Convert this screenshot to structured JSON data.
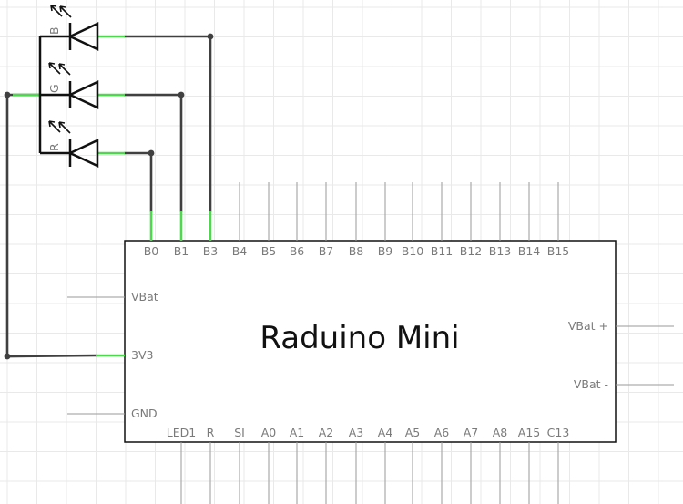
{
  "board": {
    "title": "Raduino Mini",
    "top_pins": [
      "B0",
      "B1",
      "B3",
      "B4",
      "B5",
      "B6",
      "B7",
      "B8",
      "B9",
      "B10",
      "B11",
      "B12",
      "B13",
      "B14",
      "B15"
    ],
    "bottom_pins": [
      "LED1",
      "R",
      "SI",
      "A0",
      "A1",
      "A2",
      "A3",
      "A4",
      "A5",
      "A6",
      "A7",
      "A8",
      "A15",
      "C13"
    ],
    "left_pins": [
      "VBat",
      "3V3",
      "GND"
    ],
    "right_pins": [
      "VBat +",
      "VBat -"
    ]
  },
  "leds": [
    {
      "label": "B"
    },
    {
      "label": "G"
    },
    {
      "label": "R"
    }
  ],
  "connections": [
    {
      "from": "LED B",
      "to": "B3"
    },
    {
      "from": "LED G",
      "to": "B1"
    },
    {
      "from": "LED R",
      "to": "B0"
    },
    {
      "from": "LED common",
      "to": "3V3"
    }
  ],
  "colors": {
    "wire": "#404040",
    "connected_pin": "#4ed84e",
    "pin_label": "#7a7a7a",
    "grid": "#e9e9e9"
  }
}
